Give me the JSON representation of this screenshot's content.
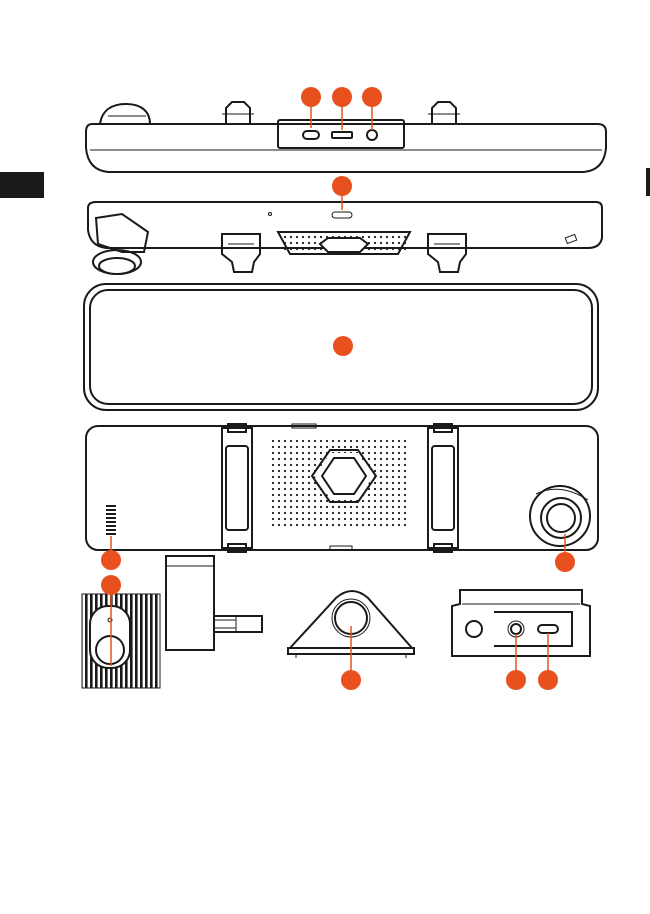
{
  "figure": {
    "accent_color": "#e8501e",
    "ink_color": "#1a1a1a",
    "side_tab_color": "#1a1a1a",
    "callouts": [
      {
        "id": "callout-usb-port"
      },
      {
        "id": "callout-sd-slot"
      },
      {
        "id": "callout-power-button"
      },
      {
        "id": "callout-top-indicator"
      },
      {
        "id": "callout-mirror-screen"
      },
      {
        "id": "callout-gps-antenna"
      },
      {
        "id": "callout-front-lens"
      },
      {
        "id": "callout-rear-camera-lens"
      },
      {
        "id": "callout-mount-camera"
      },
      {
        "id": "callout-audio-jack"
      },
      {
        "id": "callout-micro-usb-port"
      }
    ],
    "icons": [
      "usb-port-icon",
      "sd-card-icon",
      "power-button-icon"
    ]
  }
}
